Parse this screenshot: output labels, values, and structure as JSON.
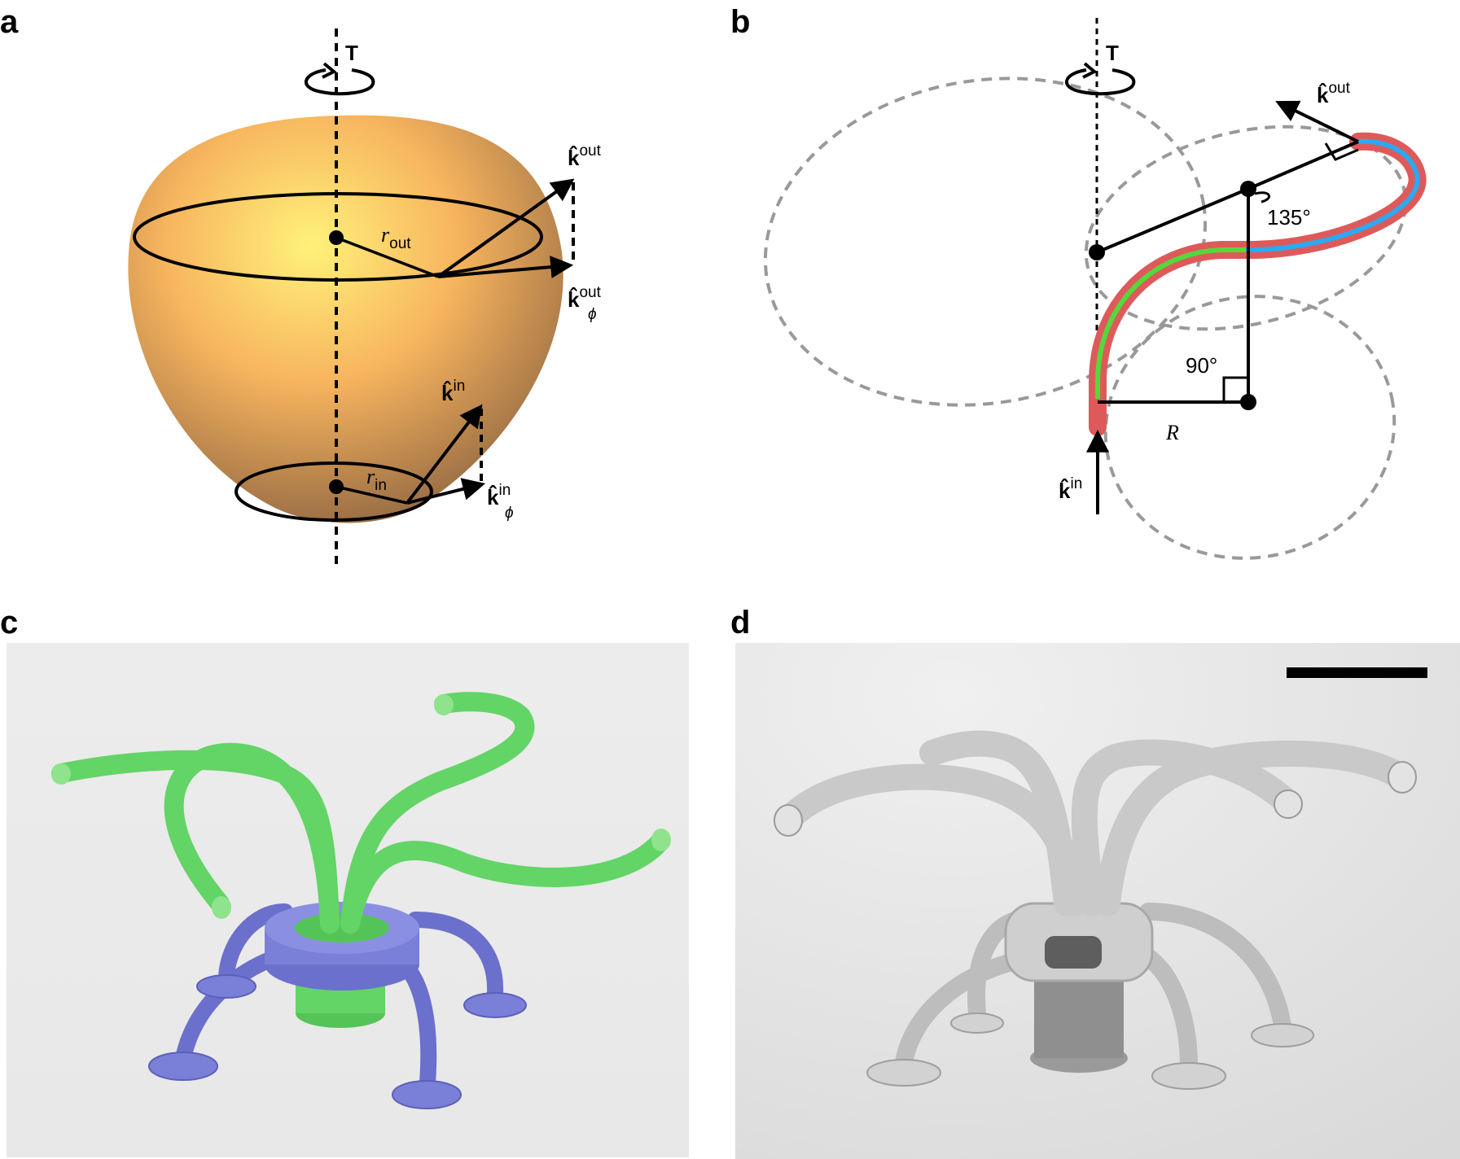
{
  "panels": {
    "a": {
      "letter": "a",
      "torque_label": "T",
      "r_out": {
        "symbol": "r",
        "sub": "out"
      },
      "r_in": {
        "symbol": "r",
        "sub": "in"
      },
      "k_out": {
        "symbol": "k̂",
        "sup": "out"
      },
      "k_phi_out": {
        "symbol": "k̂",
        "sup": "out",
        "sub": "ϕ"
      },
      "k_in": {
        "symbol": "k̂",
        "sup": "in"
      },
      "k_phi_in": {
        "symbol": "k̂",
        "sup": "in",
        "sub": "ϕ"
      },
      "colors": {
        "body_light": "#fff27a",
        "body_mid": "#f7b45e",
        "body_dark": "#8a6240"
      }
    },
    "b": {
      "letter": "b",
      "torque_label": "T",
      "angle_top": "135°",
      "angle_bottom": "90°",
      "radius_label": "R",
      "k_out": {
        "symbol": "k̂",
        "sup": "out"
      },
      "k_in": {
        "symbol": "k̂",
        "sup": "in"
      },
      "colors": {
        "tube": "#de5a5a",
        "segment_1": "#55d83c",
        "segment_2": "#2ba9f2",
        "dashed": "#999999"
      }
    },
    "c": {
      "letter": "c",
      "colors": {
        "background": "#ebebeb",
        "arms": "#63d466",
        "base": "#7a7fd8"
      }
    },
    "d": {
      "letter": "d",
      "colors": {
        "background": "#e6e6e6",
        "structure": "#c9c9c9",
        "scale_bar": "#000000"
      }
    }
  }
}
